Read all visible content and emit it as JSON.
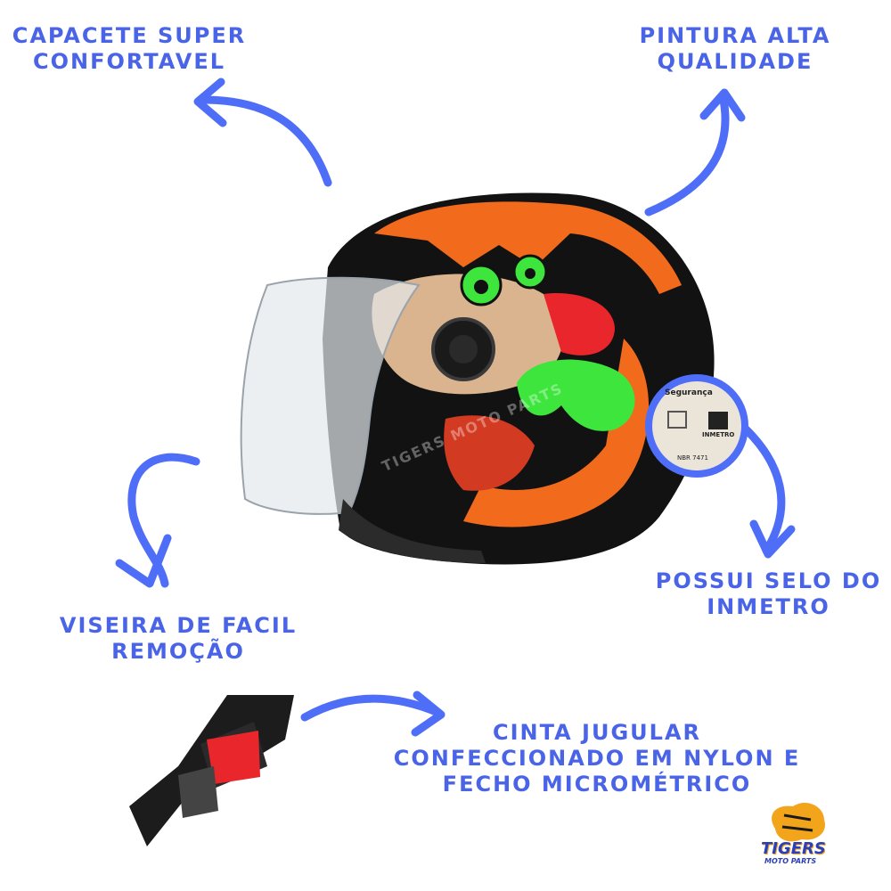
{
  "callouts": {
    "comfort": [
      "CAPACETE SUPER",
      "CONFORTAVEL"
    ],
    "paint": [
      "PINTURA ALTA",
      "QUALIDADE"
    ],
    "visor": [
      "VISEIRA DE FACIL",
      "REMOÇÃO"
    ],
    "seal": [
      "POSSUI SELO DO",
      "INMETRO"
    ],
    "strap": [
      "CINTA JUGULAR",
      "CONFECCIONADO EM NYLON E",
      "FECHO MICROMÉTRICO"
    ]
  },
  "seal_badge": {
    "heading": "Segurança",
    "mark": "INMETRO",
    "standard": "NBR 7471"
  },
  "watermark": "TIGERS MOTO PARTS",
  "logo": {
    "name": "TIGERS",
    "sub": "MOTO PARTS"
  },
  "colors": {
    "accent": "#4a64e8",
    "helmet": "#121212",
    "wolf_orange": "#f26a1b",
    "tongue": "#3de53d",
    "buckle": "#e8262b"
  },
  "icons": [
    "arrow-icon",
    "helmet-image",
    "buckle-image",
    "seal-icon",
    "tiger-logo-icon"
  ]
}
